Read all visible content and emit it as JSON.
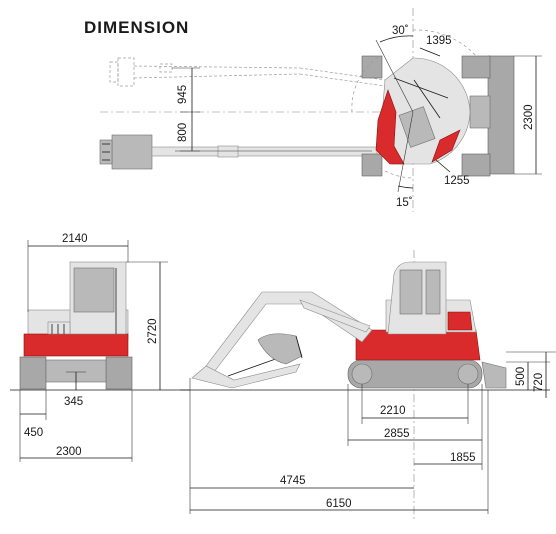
{
  "title": "DIMENSION",
  "top_view": {
    "swing_left_angle": "30˚",
    "tail_radius": "1395",
    "offset_upper": "945",
    "offset_lower": "800",
    "overall_width": "2300",
    "front_radius": "1255",
    "swing_right_angle": "15˚"
  },
  "front_view": {
    "cab_width": "2140",
    "overall_height": "2720",
    "ground_clearance": "345",
    "shoe_width": "450",
    "track_width": "2300"
  },
  "side_view": {
    "blade_height": "500",
    "blade_lift": "720",
    "tumbler_distance": "2210",
    "track_length": "2855",
    "tail_swing": "1855",
    "boom_reach": "4745",
    "overall_length": "6150"
  },
  "colors": {
    "body_red": "#d92b2b",
    "body_gray": "#b9b9b9",
    "line": "#1a1a1a"
  }
}
